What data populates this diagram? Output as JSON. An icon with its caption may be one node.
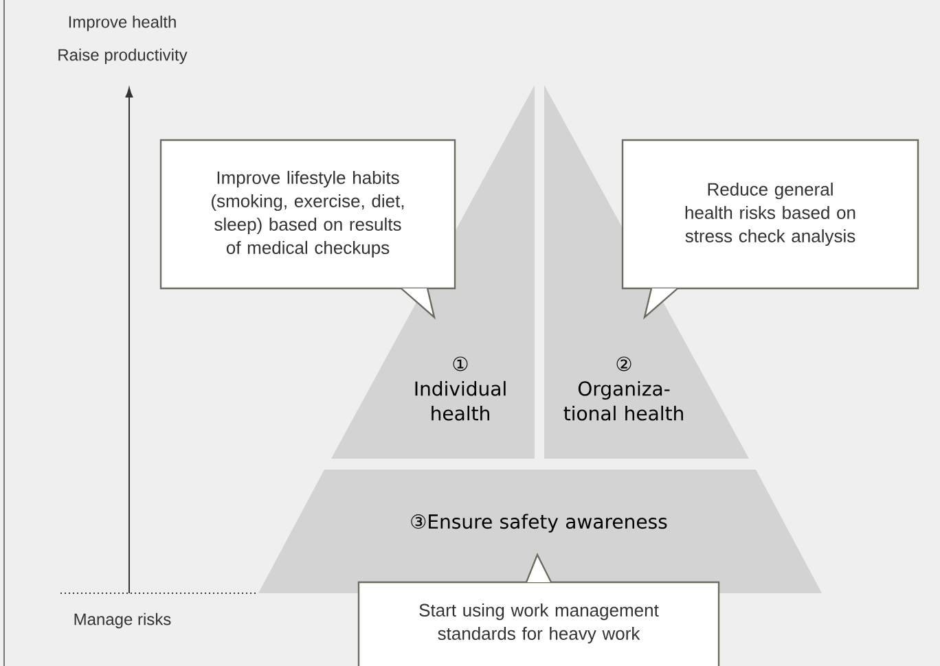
{
  "diagram": {
    "nodes": [
      {
        "text": [
          "①",
          "Individual health"
        ]
      },
      {
        "text": [
          "②",
          "Organiza- tional health"
        ]
      },
      {
        "text": [
          "③Ensure safety awareness"
        ]
      },
      {
        "text": [
          "Improve lifestyle habits (smoking, exercise, diet, sleep) based on results of medical checkups"
        ]
      },
      {
        "text": [
          "Reduce general health risks based on stress check analysis"
        ]
      },
      {
        "text": [
          "Start using work management standards for heavy work"
        ]
      }
    ],
    "labels": [
      "Improve health",
      "Raise productivity",
      "Manage risks"
    ]
  }
}
